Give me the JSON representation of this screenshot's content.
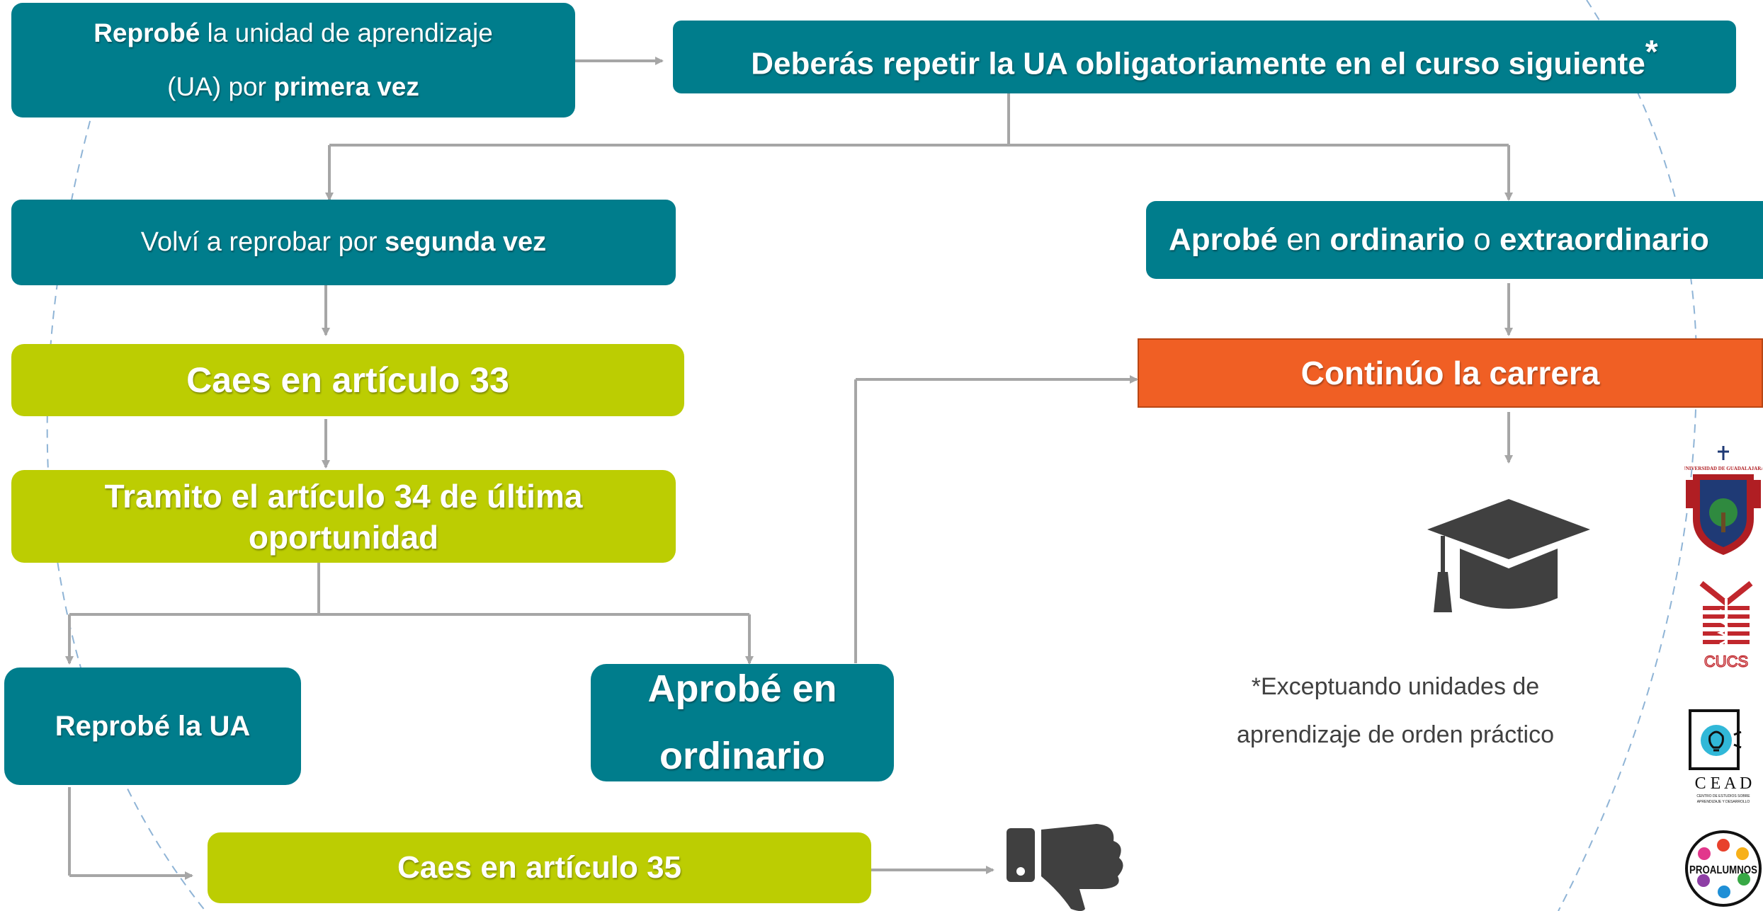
{
  "colors": {
    "teal": "#007d8c",
    "lime": "#bccd02",
    "orange": "#f05f24",
    "connector": "#a6a6a6",
    "icon": "#404040"
  },
  "boxes": {
    "first_fail": {
      "l1_bold": "Reprobé",
      "l1_rest": " la unidad de aprendizaje",
      "l2_pre": "(UA) por ",
      "l2_bold": "primera vez"
    },
    "repeat": {
      "text": "Deberás repetir la UA obligatoriamente en el curso siguiente",
      "asterisk": "*"
    },
    "second_fail": {
      "pre": "Volví a reprobar por ",
      "bold": "segunda vez"
    },
    "approved": {
      "b1": "Aprobé",
      "t1": " en ",
      "b2": "ordinario",
      "t2": " o ",
      "b3": "extraordinario"
    },
    "art33": {
      "text": "Caes en artículo 33"
    },
    "art34": {
      "l1": "Tramito el artículo 34 de última",
      "l2": "oportunidad"
    },
    "continue": {
      "text": "Continúo la carrera"
    },
    "fail_ua": {
      "text": "Reprobé la UA"
    },
    "approved_ord": {
      "l1": "Aprobé en",
      "l2": "ordinario"
    },
    "art35": {
      "text": "Caes en artículo 35"
    }
  },
  "note": {
    "l1": "*Exceptuando unidades de",
    "l2": "aprendizaje de orden práctico"
  },
  "icons": {
    "cap": "graduation-cap-icon",
    "thumb": "thumbs-down-icon"
  },
  "logos": {
    "udg": "UNIVERSIDAD DE GUADALAJARA",
    "cucs": "CUCS",
    "cead": "C E A D",
    "cead_sub1": "CENTRO DE ESTUDIOS SOBRE",
    "cead_sub2": "APRENDIZAJE Y DESARROLLO",
    "proalumnos": "PROALUMNOS"
  }
}
